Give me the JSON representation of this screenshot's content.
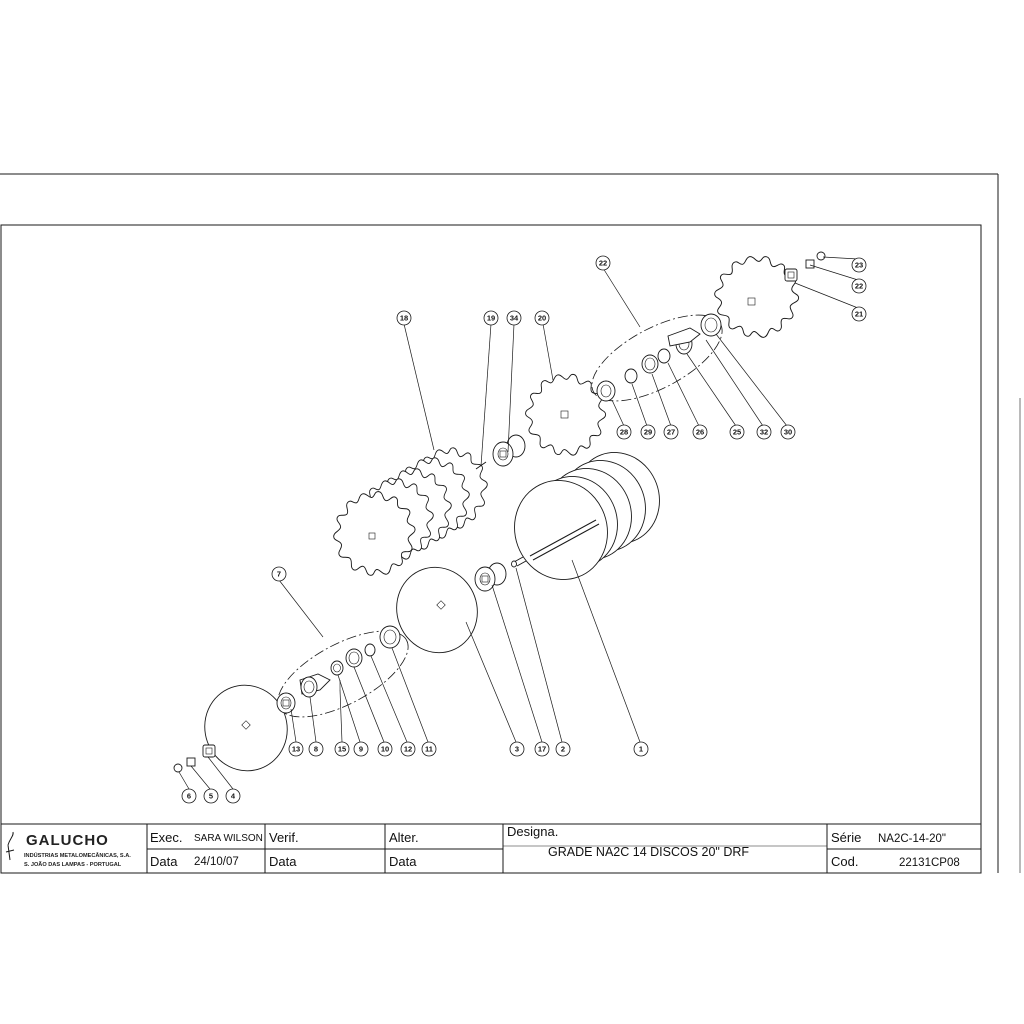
{
  "company": {
    "name": "GALUCHO",
    "line1": "INDÚSTRIAS METALOMECÂNICAS, S.A.",
    "line2": "S. JOÃO DAS LAMPAS - PORTUGAL"
  },
  "title_block": {
    "exec_label": "Exec.",
    "exec_value": "SARA WILSON",
    "verif_label": "Verif.",
    "alter_label": "Alter.",
    "data_label": "Data",
    "data_value": "24/10/07",
    "designa_label": "Designa.",
    "designation": "GRADE NA2C 14 DISCOS 20\" DRF",
    "serie_label": "Série",
    "serie_value": "NA2C-14-20\"",
    "cod_label": "Cod.",
    "cod_value": "22131CP08"
  },
  "balloons": [
    "1",
    "2",
    "3",
    "4",
    "5",
    "6",
    "7",
    "8",
    "9",
    "10",
    "11",
    "12",
    "13",
    "15",
    "17",
    "18",
    "19",
    "20",
    "21",
    "22",
    "22",
    "23",
    "25",
    "26",
    "27",
    "28",
    "29",
    "30",
    "32",
    "34"
  ]
}
